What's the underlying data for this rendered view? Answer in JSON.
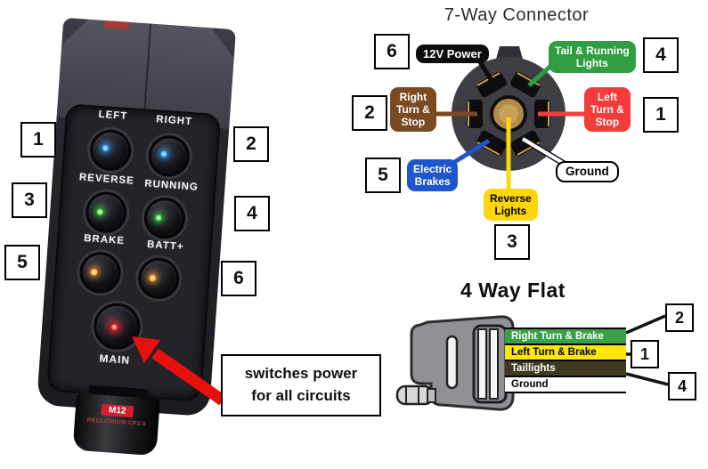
{
  "annotation": {
    "line1": "switches power",
    "line2": "for all circuits"
  },
  "device": {
    "button_labels": [
      "LEFT",
      "RIGHT",
      "REVERSE",
      "RUNNING",
      "BRAKE",
      "BATT+"
    ],
    "main_label": "MAIN",
    "numbers": [
      "1",
      "2",
      "3",
      "4",
      "5",
      "6"
    ],
    "battery_badge": "M12",
    "battery_text": "REDLITHIUM CP2.0",
    "led_colors": {
      "row1": "#2f9dff",
      "row2": "#35d235",
      "row3": "#ffa21f",
      "main": "#ff2020"
    },
    "arrow_color": "#e8100f"
  },
  "seven_way": {
    "title": "7-Way Connector",
    "power": {
      "num": "6",
      "line1": "12V Power",
      "color": "#0d0d0d"
    },
    "tail": {
      "num": "4",
      "line1": "Tail & Running",
      "line2": "Lights",
      "color": "#2f9e41"
    },
    "right_turn": {
      "num": "2",
      "line1": "Right",
      "line2": "Turn &",
      "line3": "Stop",
      "color": "#7a4a23"
    },
    "left_turn": {
      "num": "1",
      "line1": "Left",
      "line2": "Turn &",
      "line3": "Stop",
      "color": "#f43c3c"
    },
    "brakes": {
      "num": "5",
      "line1": "Electric",
      "line2": "Brakes",
      "color": "#1f55cd"
    },
    "ground": {
      "line1": "Ground",
      "color": "#ffffff"
    },
    "reverse": {
      "num": "3",
      "line1": "Reverse",
      "line2": "Lights",
      "color": "#ffd60a"
    }
  },
  "four_way": {
    "title": "4 Way Flat",
    "stripes": [
      {
        "label": "Right Turn & Brake",
        "num": "2",
        "color": "#3aa047",
        "text": "#ffffff"
      },
      {
        "label": "Left Turn & Brake",
        "num": "1",
        "color": "#ffe60a",
        "text": "#000000"
      },
      {
        "label": "Taillights",
        "num": "4",
        "color": "#3f3a1f",
        "text": "#ffffff"
      },
      {
        "label": "Ground",
        "num": "",
        "color": "#ffffff",
        "text": "#000000"
      }
    ]
  }
}
